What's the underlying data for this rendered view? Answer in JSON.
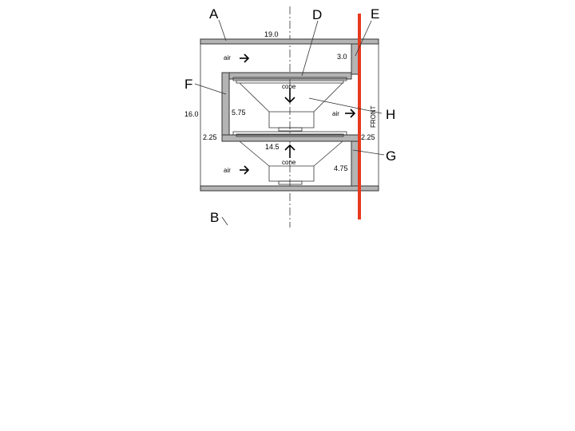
{
  "callouts": {
    "a": "A",
    "b": "B",
    "d": "D",
    "e": "E",
    "f": "F",
    "g": "G",
    "h": "H"
  },
  "dimensions": {
    "width_top": "19.0",
    "front_gap": "3.0",
    "height_left": "16.0",
    "driver_depth": "5.75",
    "shelf_left": "2.25",
    "shelf_right": "2.25",
    "cone_diameter": "14.5",
    "bottom_gap": "4.75"
  },
  "labels": {
    "air_top": "air",
    "air_middle": "air",
    "air_bottom": "air",
    "cone_upper": "cone",
    "cone_lower": "cone",
    "front": "FRONT"
  },
  "colors": {
    "front_line": "#e8391d",
    "panel": "#b4b4b4"
  }
}
